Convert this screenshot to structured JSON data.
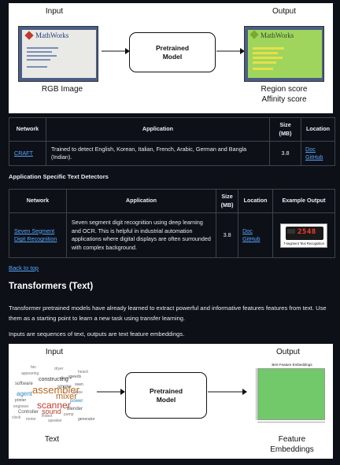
{
  "diagram1": {
    "input_label": "Input",
    "output_label": "Output",
    "model_line1": "Pretrained",
    "model_line2": "Model",
    "left_caption": "RGB Image",
    "right_caption_1": "Region score",
    "right_caption_2": "Affinity score",
    "card_brand": "MathWorks"
  },
  "table1": {
    "headers": [
      "Network",
      "Application",
      "Size (MB)",
      "Location"
    ],
    "row": {
      "network": "CRAFT",
      "application": "Trained to detect English, Korean, Italian, French, Arabic, German and Bangla (Indian).",
      "size": "3.8",
      "loc1": "Doc",
      "loc2": "GitHub"
    }
  },
  "section_specific": "Application Specific Text Detectors",
  "table2": {
    "headers": [
      "Network",
      "Application",
      "Size (MB)",
      "Location",
      "Example Output"
    ],
    "row": {
      "network": "Seven Segment Digit Recognition",
      "application": "Seven segment digit recognition using deep learning and OCR. This is helpful in industrial automation applications where digital displays are often surrounded with complex background.",
      "size": "3.8",
      "loc1": "Doc",
      "loc2": "GitHub",
      "example_caption": "7-segment Text Recognition",
      "example_digits": "2548"
    }
  },
  "back_to_top": "Back to top",
  "transformers": {
    "heading": "Transformers (Text)",
    "para1": "Transformer pretrained models have already learned to extract powerful and informative features features from text. Use them as a starting point to learn a new task using transfer learning.",
    "para2": "Inputs are sequences of text, outputs are text feature embeddings."
  },
  "diagram2": {
    "input_label": "Input",
    "output_label": "Output",
    "model_line1": "Pretrained",
    "model_line2": "Model",
    "left_caption": "Text",
    "right_caption_1": "Feature",
    "right_caption_2": "Embeddings",
    "chart_title": "Bert Feature Embeddings",
    "words": [
      "assembler",
      "mixer",
      "scanner",
      "sound",
      "agent",
      "constructing",
      "software",
      "Controller",
      "Robot",
      "blender",
      "power",
      "noise",
      "printer",
      "engineer",
      "oven",
      "pump",
      "speeds",
      "appearing",
      "device",
      "heard",
      "smoke",
      "motor",
      "speaker",
      "generator",
      "clock",
      "dryer",
      "fan"
    ],
    "embedding_color": "#71c96a"
  },
  "colors": {
    "background": "#0d1117",
    "link": "#58a6ff",
    "border": "#3d444d"
  }
}
